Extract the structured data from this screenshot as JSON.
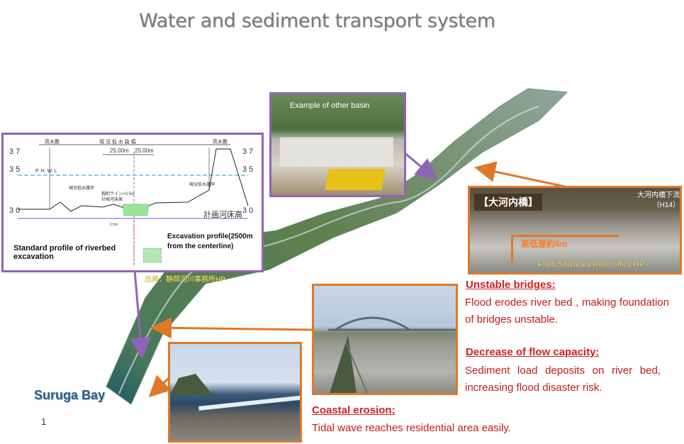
{
  "title": "Water and sediment transport system",
  "bay_label": "Suruga Bay",
  "page_number": "1",
  "profile_panel": {
    "axis_ticks_left": [
      "3 7",
      "3 5",
      "3 0"
    ],
    "axis_ticks_right": [
      "3 7",
      "3 5",
      "3 0"
    ],
    "top_labels": [
      "高水敷",
      "現 況 低 水 路 幅",
      "高水敷"
    ],
    "width_labels": [
      "25.00m",
      "25.00m"
    ],
    "hwl_label": "P. H. W. L",
    "left_note": "現況低水護岸",
    "right_note": "現況低水護岸",
    "center_note_1": "掘削ライン+0.5m",
    "center_note_2": "計画河床高",
    "bed_label": "計画河床高",
    "small_label": "2.5m",
    "caption": "Standard profile of riverbed excavation",
    "legend_text": "Excavation profile(2500m from the centerline)",
    "source": "出典：静岡河川事務所HP"
  },
  "basin_photo": {
    "label": "Example of  other basin"
  },
  "bridge_photo": {
    "title_jp": "【大河内橋】",
    "subtitle_jp": "大河内橋下流（H14）",
    "annotation_jp": "高低差約6m",
    "source": "From Shizuoka River office HP"
  },
  "issues": {
    "unstable_head": "Unstable bridges:",
    "unstable_body": "Flood erodes river bed , making foundation of bridges unstable.",
    "flow_head": "Decrease of flow capacity:",
    "flow_body": "Sediment load deposits on river bed, increasing flood disaster risk.",
    "coast_head": "Coastal erosion:",
    "coast_body": "Tidal wave reaches residential  area easily."
  },
  "colors": {
    "purple_border": "#8e64b8",
    "orange_border": "#e0782a",
    "red_text": "#c81818",
    "legend_green": "#b4e6b4"
  }
}
